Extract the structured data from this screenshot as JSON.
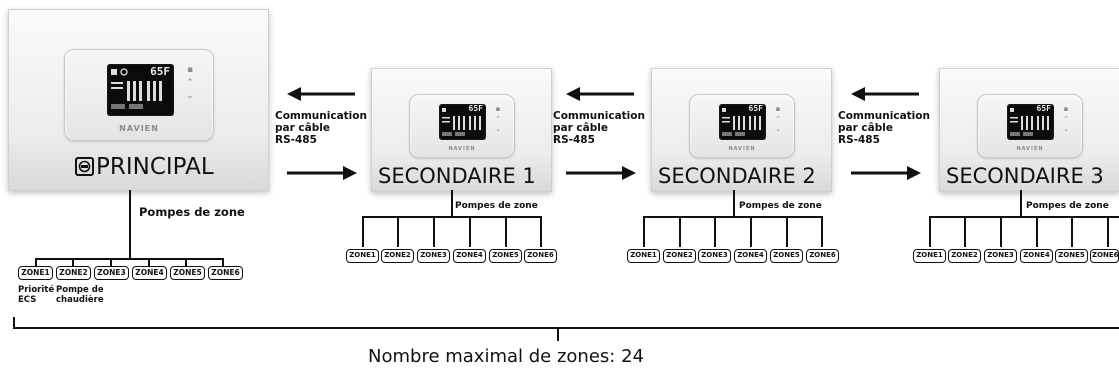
{
  "brand": "NAVIEN",
  "lcd_readout": "65F",
  "principal": {
    "label": "PRINCIPAL",
    "icon": "master-controller-icon",
    "pump_group_label": "Pompes de zone",
    "zones": [
      "ZONE1",
      "ZONE2",
      "ZONE3",
      "ZONE4",
      "ZONE5",
      "ZONE6"
    ],
    "zone1_note": "Priorité ECS",
    "zone2_note": "Pompe de chaudière"
  },
  "communication": {
    "line1": "Communication",
    "line2": "par câble",
    "line3": "RS-485"
  },
  "secondaries": [
    {
      "label": "SECONDAIRE 1",
      "pump_group_label": "Pompes de zone",
      "zones": [
        "ZONE1",
        "ZONE2",
        "ZONE3",
        "ZONE4",
        "ZONE5",
        "ZONE6"
      ]
    },
    {
      "label": "SECONDAIRE 2",
      "pump_group_label": "Pompes de zone",
      "zones": [
        "ZONE1",
        "ZONE2",
        "ZONE3",
        "ZONE4",
        "ZONE5",
        "ZONE6"
      ]
    },
    {
      "label": "SECONDAIRE 3",
      "pump_group_label": "Pompes de zone",
      "zones": [
        "ZONE1",
        "ZONE2",
        "ZONE3",
        "ZONE4",
        "ZONE5",
        "ZONE6"
      ]
    }
  ],
  "total_label": "Nombre maximal de zones: 24",
  "colors": {
    "lcd": "#0b0b0b",
    "lcd_text": "#e8e8e8",
    "line": "#111111"
  }
}
